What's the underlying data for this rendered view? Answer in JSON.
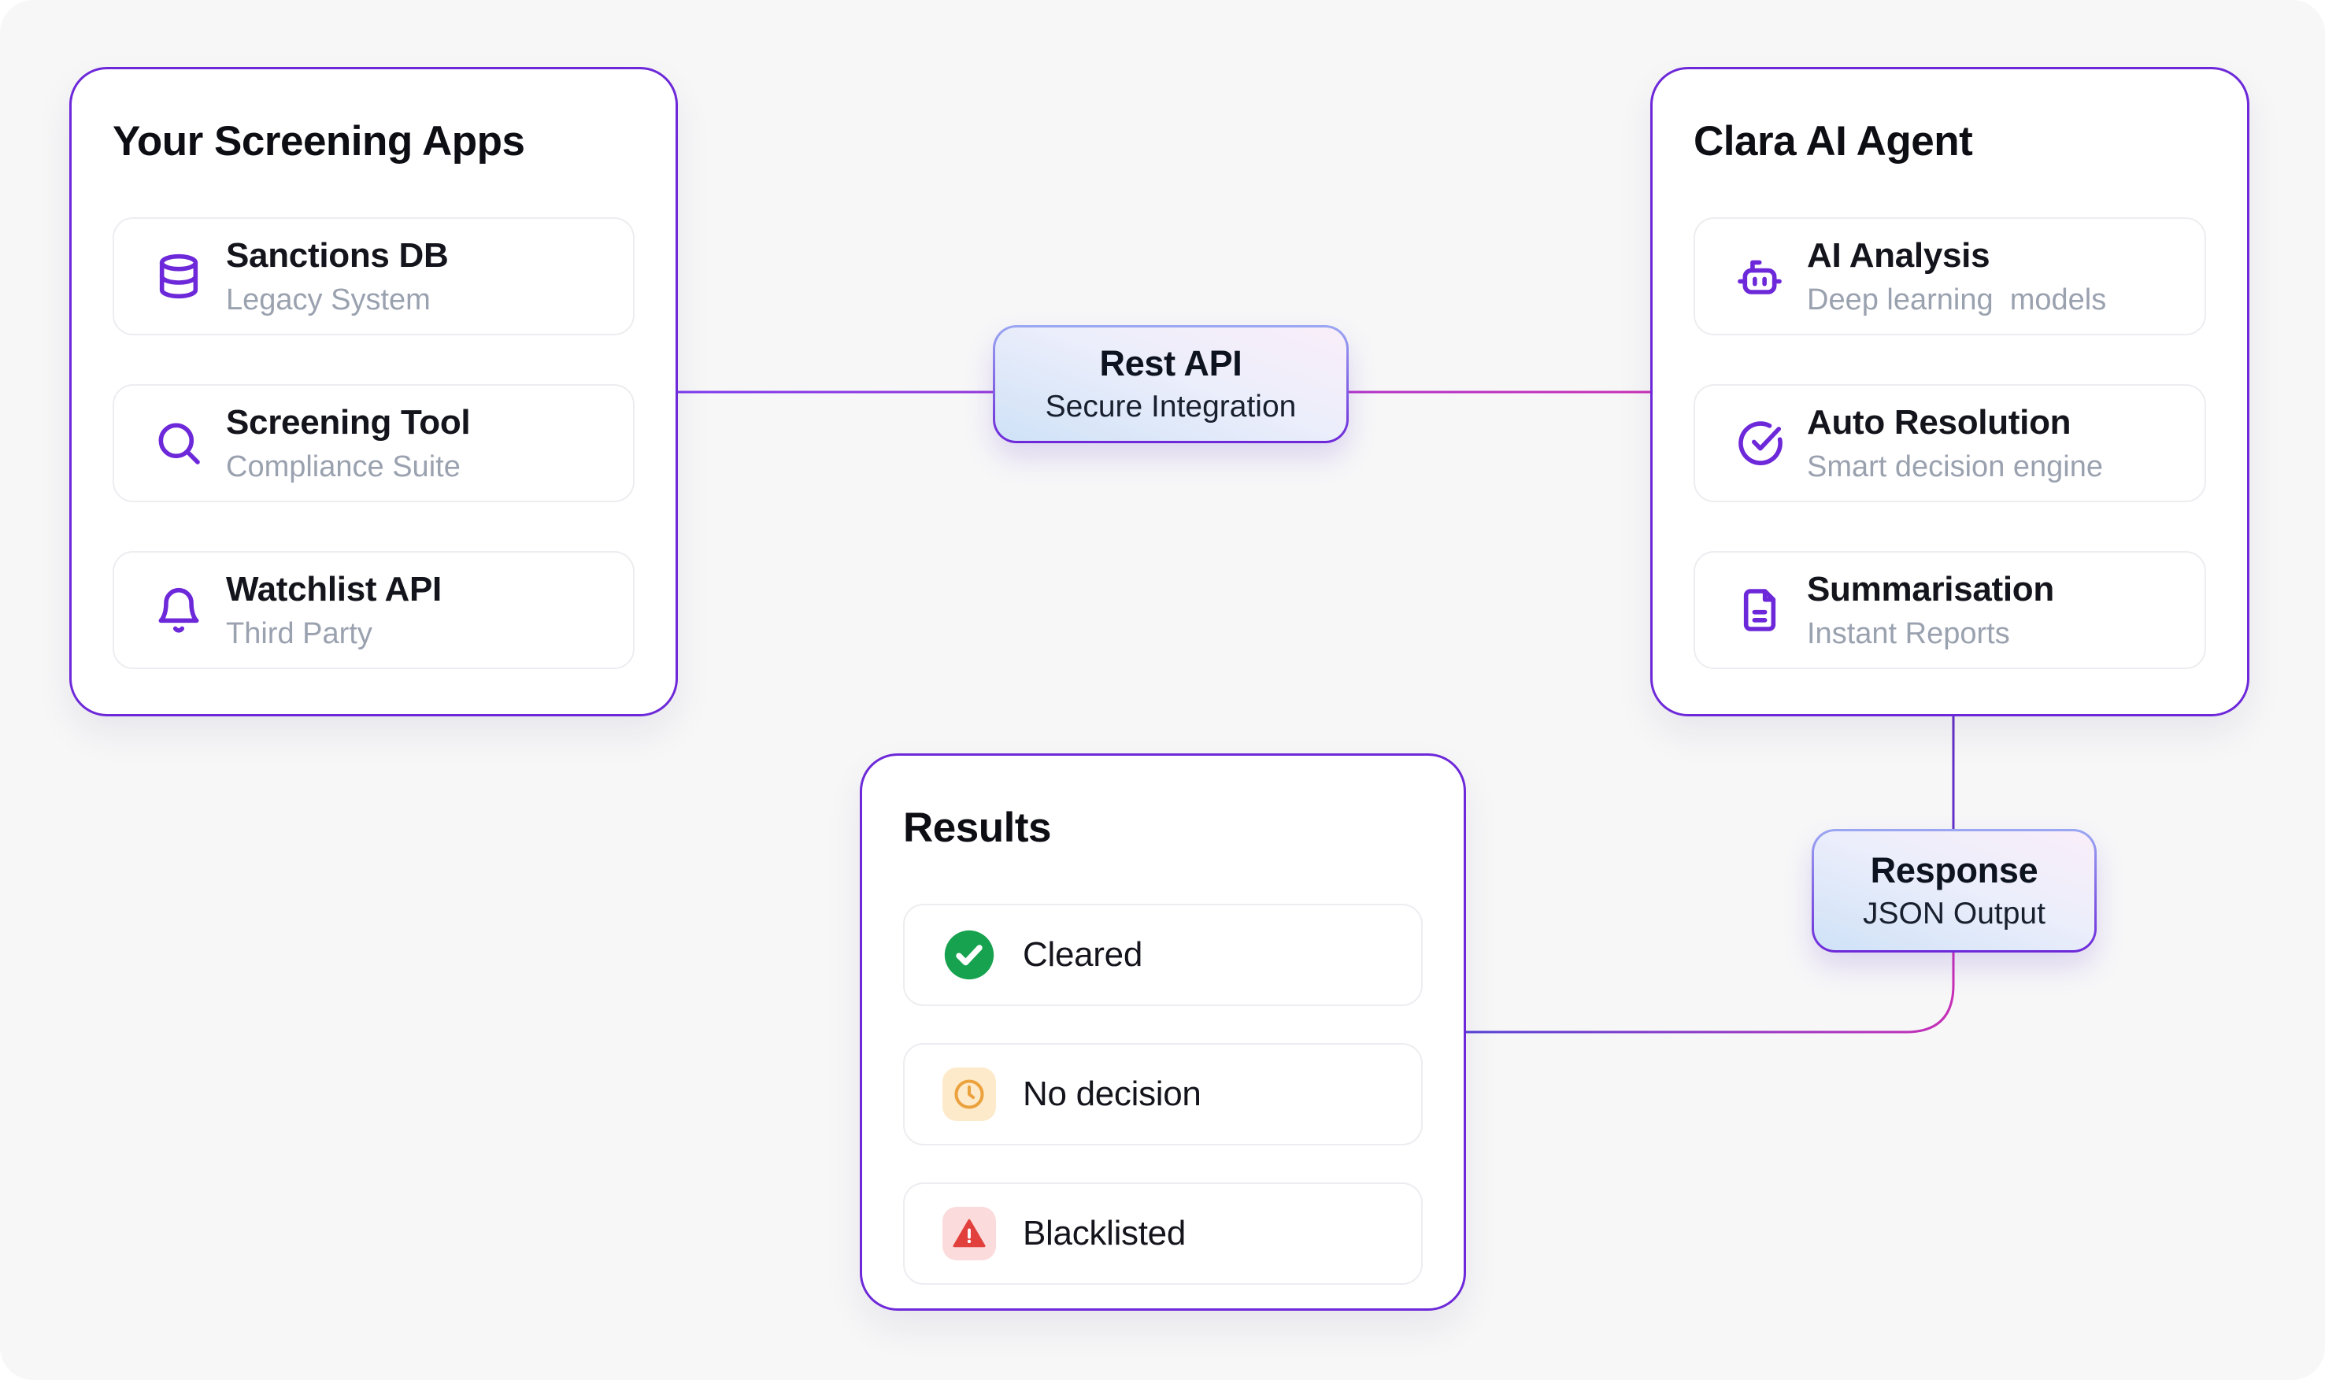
{
  "palette": {
    "canvas_bg": "#f7f7f8",
    "card_bg": "#ffffff",
    "card_border": "#6d28d9",
    "item_border": "#ededf1",
    "icon_purple": "#6d28d9",
    "title_color": "#0d0d14",
    "subtitle_color": "#9aa1af",
    "wire_purple": "#7c3aed",
    "wire_magenta": "#c92fb6",
    "wire_indigo": "#5440d6",
    "cleared_green": "#17a24f",
    "pending_amber": "#eba23d",
    "pending_chip_bg": "#fdeacb",
    "blacklisted_red": "#e2403c",
    "blacklisted_chip_bg": "#fbdbdb"
  },
  "screening_card": {
    "title": "Your Screening Apps",
    "items": [
      {
        "icon": "database-icon",
        "title": "Sanctions DB",
        "subtitle": "Legacy System"
      },
      {
        "icon": "search-icon",
        "title": "Screening Tool",
        "subtitle": "Compliance Suite"
      },
      {
        "icon": "bell-icon",
        "title": "Watchlist API",
        "subtitle": "Third Party"
      }
    ]
  },
  "agent_card": {
    "title": "Clara AI Agent",
    "items": [
      {
        "icon": "bot-icon",
        "title": "AI Analysis",
        "subtitle": "Deep learning  models"
      },
      {
        "icon": "circle-check-icon",
        "title": "Auto Resolution",
        "subtitle": "Smart decision engine"
      },
      {
        "icon": "file-text-icon",
        "title": "Summarisation",
        "subtitle": "Instant Reports"
      }
    ]
  },
  "results_card": {
    "title": "Results",
    "items": [
      {
        "icon": "check-circle-icon",
        "label": "Cleared",
        "status_color": "#17a24f"
      },
      {
        "icon": "clock-icon",
        "label": "No decision",
        "status_color": "#eba23d"
      },
      {
        "icon": "alert-triangle-icon",
        "label": "Blacklisted",
        "status_color": "#e2403c"
      }
    ]
  },
  "rest_api_node": {
    "title": "Rest API",
    "subtitle": "Secure Integration"
  },
  "response_node": {
    "title": "Response",
    "subtitle": "JSON Output"
  }
}
